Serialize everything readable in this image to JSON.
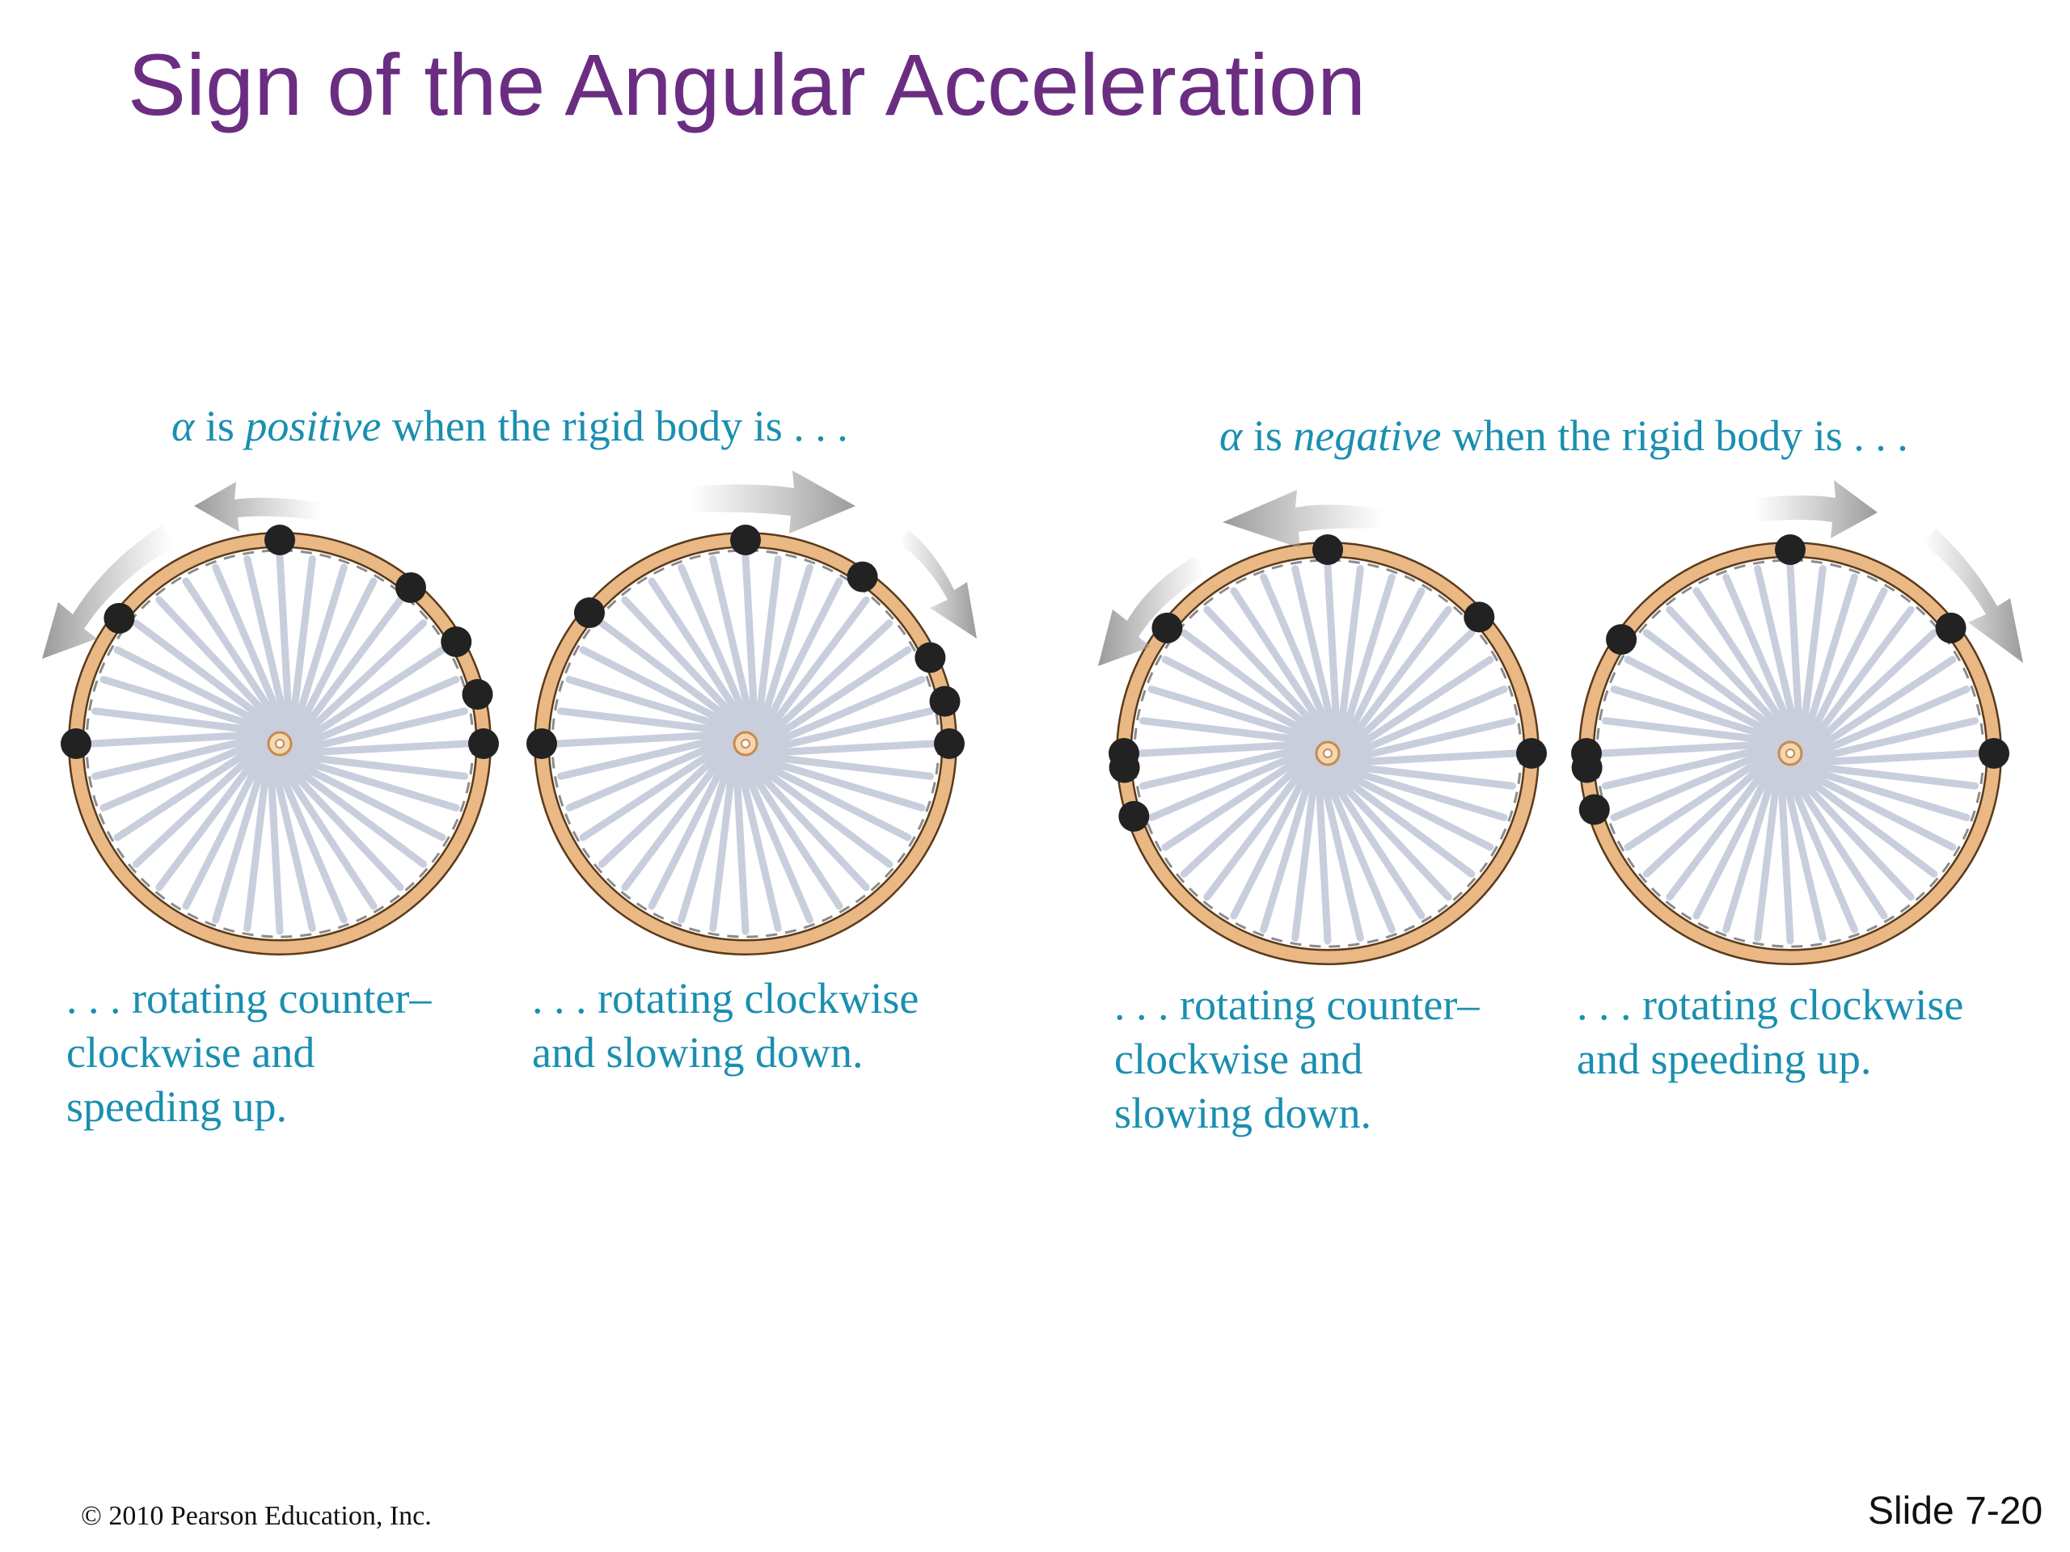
{
  "slide": {
    "title": "Sign of the Angular Acceleration",
    "footer_copyright": "© 2010 Pearson Education, Inc.",
    "slide_number": "Slide 7-20"
  },
  "groups": [
    {
      "alpha": "α",
      "pre": " is ",
      "sign": "positive",
      "post": " when the rigid body is . . .",
      "wheels": [
        {
          "caption": ". . . rotating counter–\nclockwise and\nspeeding up."
        },
        {
          "caption": ". . . rotating clockwise\nand slowing down."
        }
      ]
    },
    {
      "alpha": "α",
      "pre": " is ",
      "sign": "negative",
      "post": " when the rigid body is . . .",
      "wheels": [
        {
          "caption": ". . . rotating counter–\nclockwise and\nslowing down."
        },
        {
          "caption": ". . . rotating clockwise\nand speeding up."
        }
      ]
    }
  ],
  "colors": {
    "title": "#6b2d82",
    "label": "#1a8fb0",
    "rim": "#e9b885",
    "rim_edge": "#5a3a1a",
    "spoke": "#c9cedd",
    "dot": "#222222",
    "arrow": "#a9a9a9"
  },
  "icons": {
    "arrow": "curved-motion-arrow",
    "dot": "position-marker-dot"
  }
}
